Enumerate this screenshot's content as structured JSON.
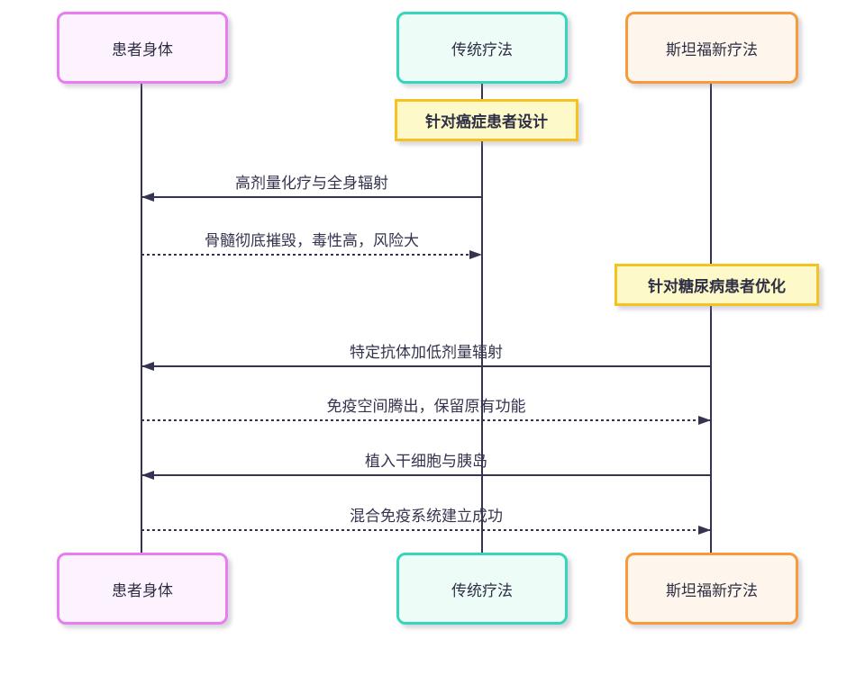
{
  "diagram": {
    "type": "sequence-diagram",
    "participants": [
      {
        "id": "patient",
        "label": "患者身体",
        "accent_color": "#e87cf0",
        "fill_color": "#fdf3fe"
      },
      {
        "id": "traditional",
        "label": "传统疗法",
        "accent_color": "#35d6ba",
        "fill_color": "#eefcf8"
      },
      {
        "id": "stanford",
        "label": "斯坦福新疗法",
        "accent_color": "#f8993b",
        "fill_color": "#fef6ec"
      }
    ],
    "notes": [
      {
        "over": "传统疗法",
        "text": "针对癌症患者设计",
        "border_color": "#f6c222",
        "fill_color": "#fdf9c8"
      },
      {
        "over": "斯坦福新疗法",
        "text": "针对糖尿病患者优化",
        "border_color": "#f6c222",
        "fill_color": "#fdf9c8"
      }
    ],
    "messages": [
      {
        "from": "传统疗法",
        "to": "患者身体",
        "text": "高剂量化疗与全身辐射",
        "line": "solid",
        "direction": "left"
      },
      {
        "from": "患者身体",
        "to": "传统疗法",
        "text": "骨髓彻底摧毁，毒性高，风险大",
        "line": "dotted",
        "direction": "right"
      },
      {
        "from": "斯坦福新疗法",
        "to": "患者身体",
        "text": "特定抗体加低剂量辐射",
        "line": "solid",
        "direction": "left"
      },
      {
        "from": "患者身体",
        "to": "斯坦福新疗法",
        "text": "免疫空间腾出，保留原有功能",
        "line": "dotted",
        "direction": "right"
      },
      {
        "from": "斯坦福新疗法",
        "to": "患者身体",
        "text": "植入干细胞与胰岛",
        "line": "solid",
        "direction": "left"
      },
      {
        "from": "患者身体",
        "to": "斯坦福新疗法",
        "text": "混合免疫系统建立成功",
        "line": "dotted",
        "direction": "right"
      }
    ],
    "colors": {
      "line": "#343452",
      "text": "#2e2e44",
      "background": "#ffffff"
    }
  }
}
